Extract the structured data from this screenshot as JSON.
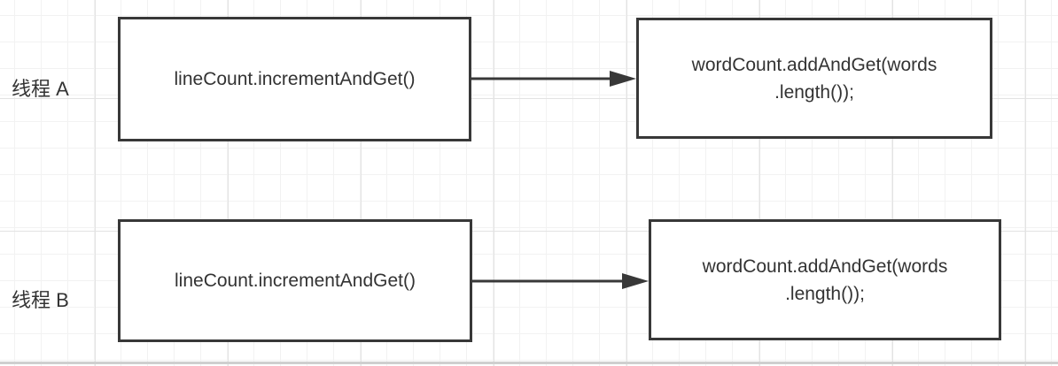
{
  "diagram": {
    "rows": [
      {
        "label": "线程 A",
        "left_box": "lineCount.incrementAndGet()",
        "right_box_line1": "wordCount.addAndGet(words",
        "right_box_line2": ".length());"
      },
      {
        "label": "线程 B",
        "left_box": "lineCount.incrementAndGet()",
        "right_box_line1": "wordCount.addAndGet(words",
        "right_box_line2": ".length());"
      }
    ],
    "colors": {
      "background": "#ffffff",
      "grid_minor": "#f2f2f2",
      "grid_major": "#e3e3e3",
      "grid_edge": "#cfcfcf",
      "box_border": "#383838",
      "box_fill": "#ffffff",
      "text": "#333333",
      "arrow": "#383838"
    }
  }
}
